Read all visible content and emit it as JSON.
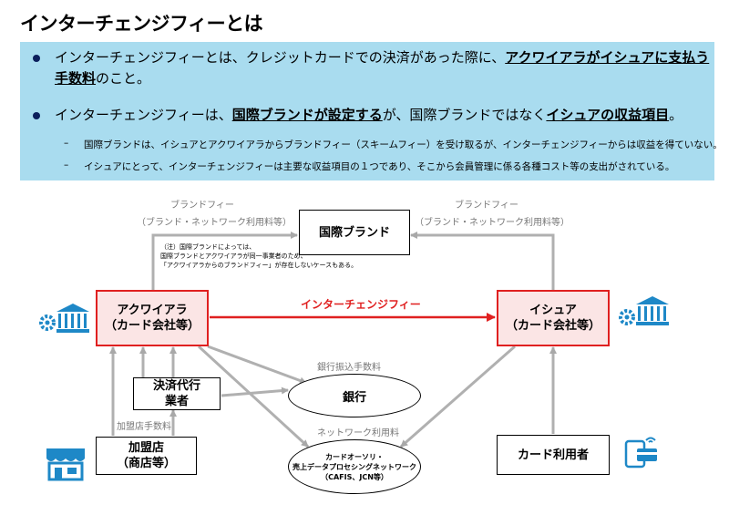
{
  "title": "インターチェンジフィーとは",
  "panel": {
    "bullet1": {
      "text_a": "インターチェンジフィーとは、クレジットカードでの決済があった際に、",
      "hl_a": "アクワイアラがイシュアに支払う",
      "hl_b": "手数料",
      "text_b": "のこと。"
    },
    "bullet2": {
      "text_a": "インターチェンジフィーは、",
      "hl_a": "国際ブランドが設定する",
      "text_b": "が、国際ブランドではなく",
      "hl_b": "イシュアの収益項目",
      "text_c": "。"
    },
    "sub1": "国際ブランドは、イシュアとアクワイアラからブランドフィー（スキームフィー）を受け取るが、インターチェンジフィーからは収益を得ていない。",
    "sub2": "イシュアにとって、インターチェンジフィーは主要な収益項目の１つであり、そこから会員管理に係る各種コスト等の支出がされている。",
    "dash": "–"
  },
  "diagram": {
    "brand_box": "国際ブランド",
    "acquirer_line1": "アクワイアラ",
    "acquirer_line2": "（カード会社等）",
    "issuer_line1": "イシュア",
    "issuer_line2": "（カード会社等）",
    "payment_agent_line1": "決済代行",
    "payment_agent_line2": "業者",
    "bank": "銀行",
    "merchant_line1": "加盟店",
    "merchant_line2": "（商店等）",
    "cardholder": "カード利用者",
    "cafis_line1": "カードオーソリ・",
    "cafis_line2": "売上データプロセシングネットワーク",
    "cafis_line3": "（CAFIS、JCN等）",
    "brandfee_left_1": "ブランドフィー",
    "brandfee_left_2": "（ブランド・ネットワーク利用料等）",
    "brandfee_right_1": "ブランドフィー",
    "brandfee_right_2": "（ブランド・ネットワーク利用料等）",
    "interchange": "インターチェンジフィー",
    "bank_transfer_fee": "銀行振込手数料",
    "network_fee": "ネットワーク利用料",
    "merchant_fee": "加盟店手数料",
    "note_1": "（注）国際ブランドによっては、",
    "note_2": "国際ブランドとアクワイアラが同一事業者のため、",
    "note_3": "「アクワイアラからのブランドフィー」が存在しないケースもある。"
  },
  "colors": {
    "red": "#e02020",
    "panel": "#a9dcef",
    "icon_blue": "#1e88c7",
    "gray_arrow": "#b0b0b0"
  },
  "icons": [
    "bank-gear-icon",
    "bank-gear-icon",
    "shop-icon",
    "card-phone-icon"
  ]
}
